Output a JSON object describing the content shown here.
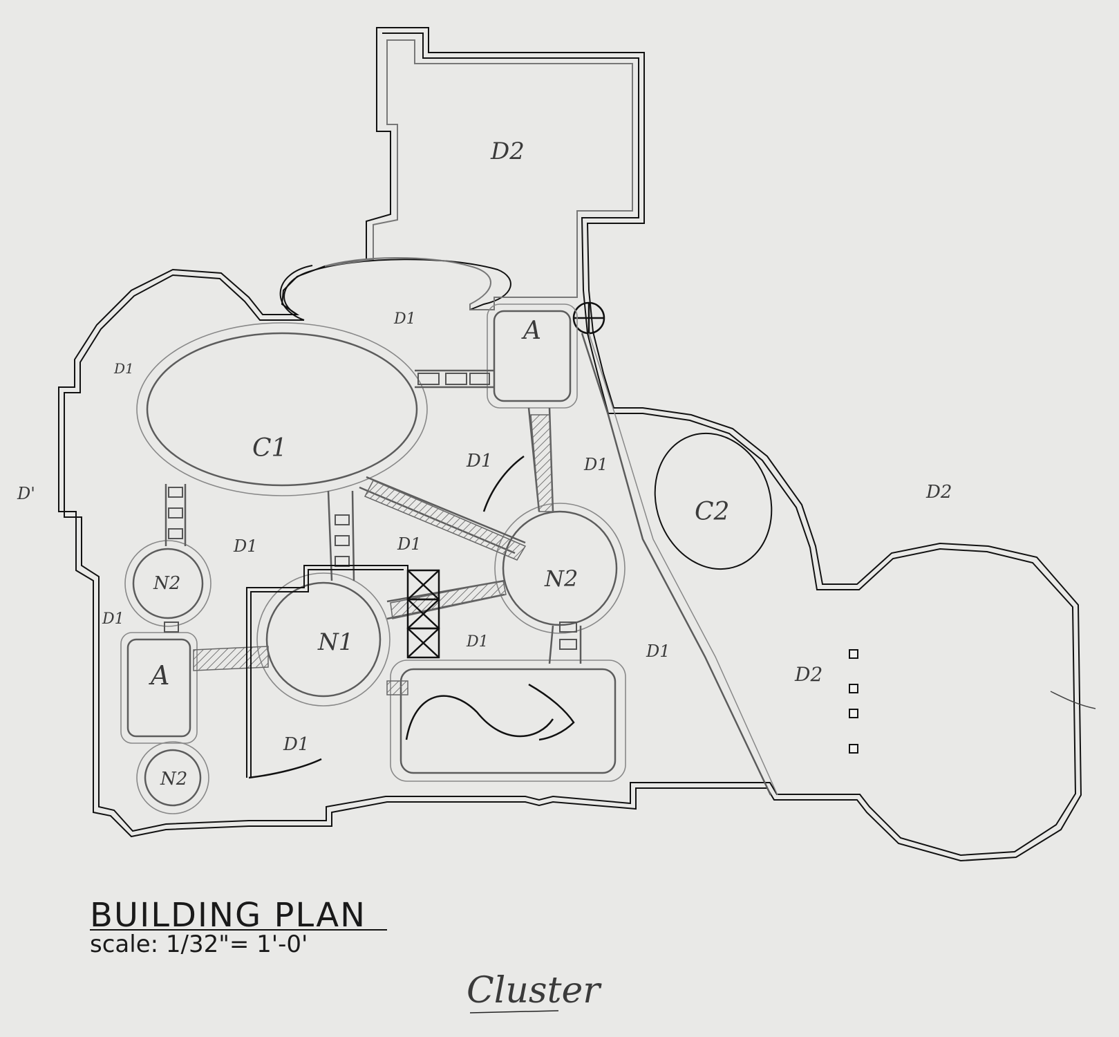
{
  "labels": {
    "d2_top": "D2",
    "d1_top_center": "D1",
    "d1_upper_left": "D1",
    "d1_outside_left": "D'",
    "c1": "C1",
    "a_upper": "A",
    "d1_mid_left": "D1",
    "d1_mid_right": "D1",
    "c2": "C2",
    "d2_right_outer": "D2",
    "n2_left_upper": "N2",
    "d1_center_left": "D1",
    "d1_center": "D1",
    "n2_right": "N2",
    "d1_left_edge": "D1",
    "n1": "N1",
    "d1_lower_center": "D1",
    "d1_lower_right": "D1",
    "d2_right": "D2",
    "a_lower": "A",
    "d1_bottom": "D1",
    "n2_bottom": "N2"
  },
  "title_block": {
    "title": "BUILDING PLAN",
    "scale": "scale: 1/32\"= 1'-0'",
    "signature": "Cluster"
  },
  "colors": {
    "paper": "#e9e9e7",
    "ink": "#111111",
    "pencil": "#6a6a6a"
  }
}
